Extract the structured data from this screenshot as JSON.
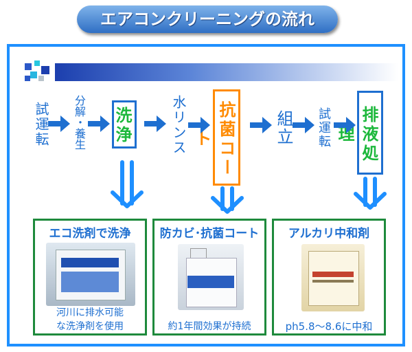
{
  "title": "エアコンクリーニングの流れ",
  "colors": {
    "blue": "#1e6fd0",
    "orange": "#ff8a00",
    "green": "#1db83c",
    "frame": "#1e90ff",
    "box_border": "#1e8a3c"
  },
  "flow": {
    "step1": "試運転",
    "step2": "分解・養生",
    "step3": "洗浄",
    "step4": "水リンス",
    "step5": "抗菌コート",
    "step6": "組立",
    "step7": "試運転",
    "step8": "排液処理"
  },
  "boxes": {
    "eco": {
      "title": "エコ洗剤で洗浄",
      "caption_line1": "河川に排水可能",
      "caption_line2": "な洗浄剤を使用"
    },
    "antibac": {
      "title": "防カビ･抗菌コート",
      "caption": "約1年間効果が持続"
    },
    "alkali": {
      "title": "アルカリ中和剤",
      "caption": "ph5.8～8.6に中和"
    }
  }
}
